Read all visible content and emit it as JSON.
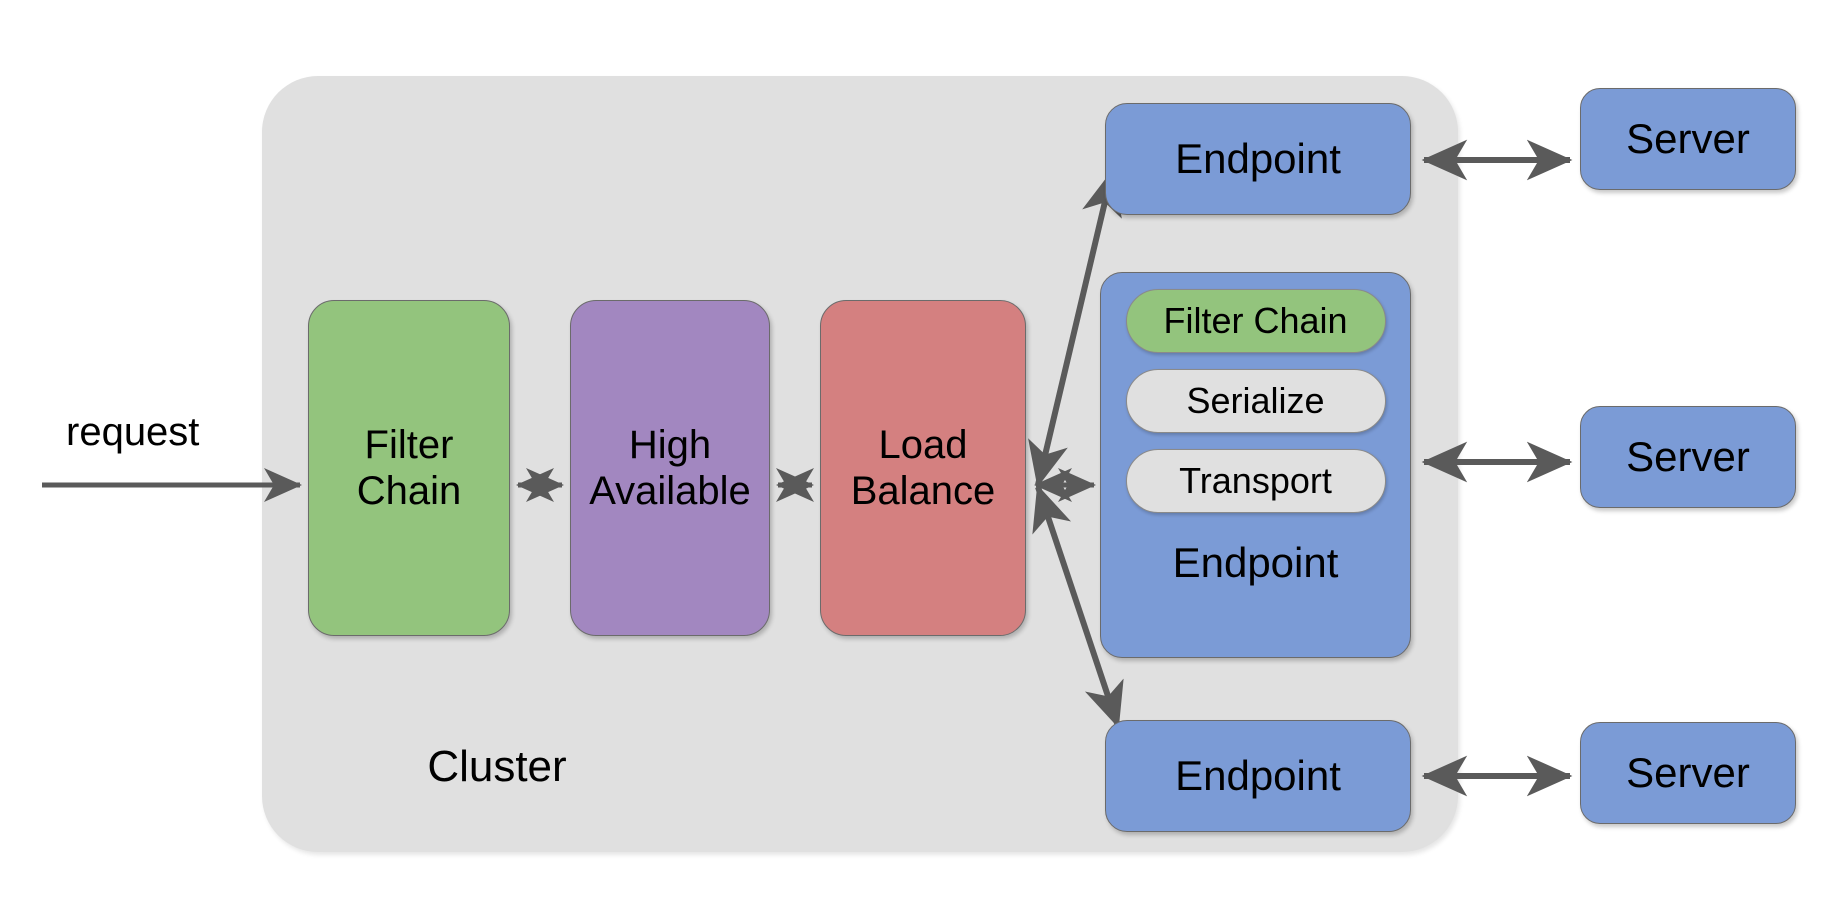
{
  "diagram": {
    "title": "Cluster request flow with endpoints and servers",
    "background": "#ffffff",
    "colors": {
      "cluster": "#E0E0E0",
      "filter_chain": "#93C47D",
      "high_available": "#A287C0",
      "load_balance": "#D48080",
      "endpoint": "#7B9BD6",
      "server": "#7B9BD6",
      "chip_gray": "#E0E0E0",
      "arrow": "#5a5a5a",
      "stroke": "#6b6b6b",
      "text": "#000000"
    }
  },
  "entry": {
    "request_label": "request"
  },
  "cluster": {
    "label": "Cluster",
    "pipeline": [
      {
        "id": "filter-chain",
        "label": "Filter\nChain",
        "color": "#93C47D"
      },
      {
        "id": "high-available",
        "label": "High\nAvailable",
        "color": "#A287C0"
      },
      {
        "id": "load-balance",
        "label": "Load\nBalance",
        "color": "#D48080"
      }
    ],
    "endpoints": [
      {
        "id": "endpoint-top",
        "label": "Endpoint",
        "expanded": false
      },
      {
        "id": "endpoint-detail",
        "label": "Endpoint",
        "expanded": true,
        "stack": [
          {
            "id": "filter-chain-chip",
            "label": "Filter Chain",
            "color": "#93C47D"
          },
          {
            "id": "serialize-chip",
            "label": "Serialize",
            "color": "#E0E0E0"
          },
          {
            "id": "transport-chip",
            "label": "Transport",
            "color": "#E0E0E0"
          }
        ]
      },
      {
        "id": "endpoint-bottom",
        "label": "Endpoint",
        "expanded": false
      }
    ]
  },
  "servers": [
    {
      "id": "server-1",
      "label": "Server"
    },
    {
      "id": "server-2",
      "label": "Server"
    },
    {
      "id": "server-3",
      "label": "Server"
    }
  ],
  "connections": [
    {
      "from": "request",
      "to": "filter-chain",
      "type": "single-arrow"
    },
    {
      "from": "filter-chain",
      "to": "high-available",
      "type": "double-arrow"
    },
    {
      "from": "high-available",
      "to": "load-balance",
      "type": "double-arrow"
    },
    {
      "from": "load-balance",
      "to": "endpoint-top",
      "type": "double-arrow"
    },
    {
      "from": "load-balance",
      "to": "endpoint-detail",
      "type": "double-arrow"
    },
    {
      "from": "load-balance",
      "to": "endpoint-bottom",
      "type": "double-arrow"
    },
    {
      "from": "endpoint-top",
      "to": "server-1",
      "type": "double-arrow"
    },
    {
      "from": "endpoint-detail",
      "to": "server-2",
      "type": "double-arrow"
    },
    {
      "from": "endpoint-bottom",
      "to": "server-3",
      "type": "double-arrow"
    }
  ]
}
